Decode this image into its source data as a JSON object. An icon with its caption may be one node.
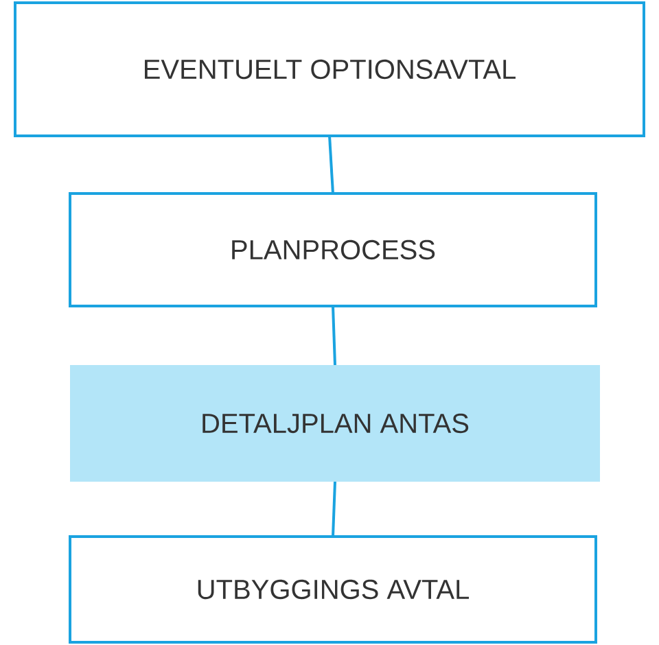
{
  "diagram": {
    "nodes": [
      {
        "text": [
          "EVENTUELT OPTIONSAVTAL"
        ]
      },
      {
        "text": [
          "PLANPROCESS"
        ]
      },
      {
        "text": [
          "DETALJPLAN ANTAS"
        ]
      },
      {
        "text": [
          "UTBYGGINGS AVTAL"
        ]
      }
    ],
    "edges": [
      {
        "from": 0,
        "to": 1,
        "arrow": "none"
      },
      {
        "from": 1,
        "to": 2,
        "arrow": "none"
      },
      {
        "from": 2,
        "to": 3,
        "arrow": "none"
      }
    ]
  }
}
